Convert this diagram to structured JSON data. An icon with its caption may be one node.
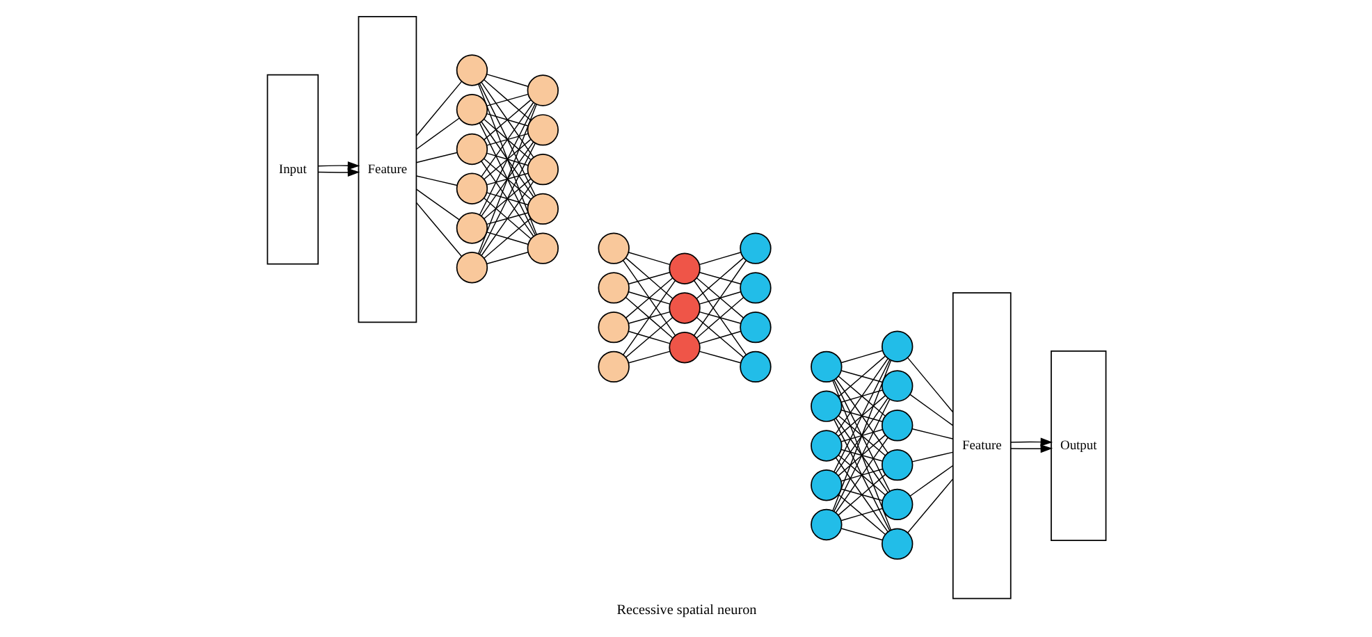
{
  "diagram": {
    "caption": "Recessive spatial neuron",
    "nodes": [
      {
        "text": [
          "Input"
        ]
      },
      {
        "text": [
          "Feature"
        ]
      },
      {
        "text": [],
        "shape": "circle"
      },
      {
        "text": [],
        "shape": "circle"
      },
      {
        "text": [],
        "shape": "circle"
      },
      {
        "text": [],
        "shape": "circle"
      },
      {
        "text": [],
        "shape": "circle"
      },
      {
        "text": [],
        "shape": "circle"
      },
      {
        "text": [],
        "shape": "circle"
      },
      {
        "text": [],
        "shape": "circle"
      },
      {
        "text": [],
        "shape": "circle"
      },
      {
        "text": [],
        "shape": "circle"
      },
      {
        "text": [],
        "shape": "circle"
      },
      {
        "text": [],
        "shape": "circle"
      },
      {
        "text": [],
        "shape": "circle"
      },
      {
        "text": [],
        "shape": "circle"
      },
      {
        "text": [],
        "shape": "circle"
      },
      {
        "text": [],
        "shape": "circle"
      },
      {
        "text": [],
        "shape": "circle"
      },
      {
        "text": [],
        "shape": "circle"
      },
      {
        "text": [],
        "shape": "circle"
      },
      {
        "text": [],
        "shape": "circle"
      },
      {
        "text": [],
        "shape": "circle"
      },
      {
        "text": [],
        "shape": "circle"
      },
      {
        "text": [],
        "shape": "circle"
      },
      {
        "text": [],
        "shape": "circle"
      },
      {
        "text": [],
        "shape": "circle"
      },
      {
        "text": [],
        "shape": "circle"
      },
      {
        "text": [],
        "shape": "circle"
      },
      {
        "text": [],
        "shape": "circle"
      },
      {
        "text": [],
        "shape": "circle"
      },
      {
        "text": [],
        "shape": "circle"
      },
      {
        "text": [],
        "shape": "circle"
      },
      {
        "text": [],
        "shape": "circle"
      },
      {
        "text": [],
        "shape": "circle"
      },
      {
        "text": [
          "Feature"
        ]
      },
      {
        "text": [
          "Output"
        ]
      }
    ],
    "edges": [
      {
        "from": 0,
        "to": 1,
        "arrow": "to"
      },
      {
        "from": 0,
        "to": 1,
        "arrow": "to"
      },
      {
        "from": 1,
        "to": 2,
        "arrow": "none"
      },
      {
        "from": 1,
        "to": 3,
        "arrow": "none"
      },
      {
        "from": 1,
        "to": 4,
        "arrow": "none"
      },
      {
        "from": 1,
        "to": 5,
        "arrow": "none"
      },
      {
        "from": 1,
        "to": 6,
        "arrow": "none"
      },
      {
        "from": 1,
        "to": 7,
        "arrow": "none"
      },
      {
        "from": 2,
        "to": 8,
        "arrow": "none"
      },
      {
        "from": 2,
        "to": 9,
        "arrow": "none"
      },
      {
        "from": 2,
        "to": 10,
        "arrow": "none"
      },
      {
        "from": 2,
        "to": 11,
        "arrow": "none"
      },
      {
        "from": 2,
        "to": 12,
        "arrow": "none"
      },
      {
        "from": 3,
        "to": 8,
        "arrow": "none"
      },
      {
        "from": 3,
        "to": 9,
        "arrow": "none"
      },
      {
        "from": 3,
        "to": 10,
        "arrow": "none"
      },
      {
        "from": 3,
        "to": 11,
        "arrow": "none"
      },
      {
        "from": 3,
        "to": 12,
        "arrow": "none"
      },
      {
        "from": 4,
        "to": 8,
        "arrow": "none"
      },
      {
        "from": 4,
        "to": 9,
        "arrow": "none"
      },
      {
        "from": 4,
        "to": 10,
        "arrow": "none"
      },
      {
        "from": 4,
        "to": 11,
        "arrow": "none"
      },
      {
        "from": 4,
        "to": 12,
        "arrow": "none"
      },
      {
        "from": 5,
        "to": 8,
        "arrow": "none"
      },
      {
        "from": 5,
        "to": 9,
        "arrow": "none"
      },
      {
        "from": 5,
        "to": 10,
        "arrow": "none"
      },
      {
        "from": 5,
        "to": 11,
        "arrow": "none"
      },
      {
        "from": 5,
        "to": 12,
        "arrow": "none"
      },
      {
        "from": 6,
        "to": 8,
        "arrow": "none"
      },
      {
        "from": 6,
        "to": 9,
        "arrow": "none"
      },
      {
        "from": 6,
        "to": 10,
        "arrow": "none"
      },
      {
        "from": 6,
        "to": 11,
        "arrow": "none"
      },
      {
        "from": 6,
        "to": 12,
        "arrow": "none"
      },
      {
        "from": 7,
        "to": 8,
        "arrow": "none"
      },
      {
        "from": 7,
        "to": 9,
        "arrow": "none"
      },
      {
        "from": 7,
        "to": 10,
        "arrow": "none"
      },
      {
        "from": 7,
        "to": 11,
        "arrow": "none"
      },
      {
        "from": 7,
        "to": 12,
        "arrow": "none"
      },
      {
        "from": 13,
        "to": 17,
        "arrow": "none"
      },
      {
        "from": 13,
        "to": 18,
        "arrow": "none"
      },
      {
        "from": 13,
        "to": 19,
        "arrow": "none"
      },
      {
        "from": 14,
        "to": 17,
        "arrow": "none"
      },
      {
        "from": 14,
        "to": 18,
        "arrow": "none"
      },
      {
        "from": 14,
        "to": 19,
        "arrow": "none"
      },
      {
        "from": 15,
        "to": 17,
        "arrow": "none"
      },
      {
        "from": 15,
        "to": 18,
        "arrow": "none"
      },
      {
        "from": 15,
        "to": 19,
        "arrow": "none"
      },
      {
        "from": 16,
        "to": 17,
        "arrow": "none"
      },
      {
        "from": 16,
        "to": 18,
        "arrow": "none"
      },
      {
        "from": 16,
        "to": 19,
        "arrow": "none"
      },
      {
        "from": 17,
        "to": 20,
        "arrow": "none"
      },
      {
        "from": 17,
        "to": 21,
        "arrow": "none"
      },
      {
        "from": 17,
        "to": 22,
        "arrow": "none"
      },
      {
        "from": 17,
        "to": 23,
        "arrow": "none"
      },
      {
        "from": 18,
        "to": 20,
        "arrow": "none"
      },
      {
        "from": 18,
        "to": 21,
        "arrow": "none"
      },
      {
        "from": 18,
        "to": 22,
        "arrow": "none"
      },
      {
        "from": 18,
        "to": 23,
        "arrow": "none"
      },
      {
        "from": 19,
        "to": 20,
        "arrow": "none"
      },
      {
        "from": 19,
        "to": 21,
        "arrow": "none"
      },
      {
        "from": 19,
        "to": 22,
        "arrow": "none"
      },
      {
        "from": 19,
        "to": 23,
        "arrow": "none"
      },
      {
        "from": 24,
        "to": 29,
        "arrow": "none"
      },
      {
        "from": 24,
        "to": 30,
        "arrow": "none"
      },
      {
        "from": 24,
        "to": 31,
        "arrow": "none"
      },
      {
        "from": 24,
        "to": 32,
        "arrow": "none"
      },
      {
        "from": 24,
        "to": 33,
        "arrow": "none"
      },
      {
        "from": 24,
        "to": 34,
        "arrow": "none"
      },
      {
        "from": 25,
        "to": 29,
        "arrow": "none"
      },
      {
        "from": 25,
        "to": 30,
        "arrow": "none"
      },
      {
        "from": 25,
        "to": 31,
        "arrow": "none"
      },
      {
        "from": 25,
        "to": 32,
        "arrow": "none"
      },
      {
        "from": 25,
        "to": 33,
        "arrow": "none"
      },
      {
        "from": 25,
        "to": 34,
        "arrow": "none"
      },
      {
        "from": 26,
        "to": 29,
        "arrow": "none"
      },
      {
        "from": 26,
        "to": 30,
        "arrow": "none"
      },
      {
        "from": 26,
        "to": 31,
        "arrow": "none"
      },
      {
        "from": 26,
        "to": 32,
        "arrow": "none"
      },
      {
        "from": 26,
        "to": 33,
        "arrow": "none"
      },
      {
        "from": 26,
        "to": 34,
        "arrow": "none"
      },
      {
        "from": 27,
        "to": 29,
        "arrow": "none"
      },
      {
        "from": 27,
        "to": 30,
        "arrow": "none"
      },
      {
        "from": 27,
        "to": 31,
        "arrow": "none"
      },
      {
        "from": 27,
        "to": 32,
        "arrow": "none"
      },
      {
        "from": 27,
        "to": 33,
        "arrow": "none"
      },
      {
        "from": 27,
        "to": 34,
        "arrow": "none"
      },
      {
        "from": 28,
        "to": 29,
        "arrow": "none"
      },
      {
        "from": 28,
        "to": 30,
        "arrow": "none"
      },
      {
        "from": 28,
        "to": 31,
        "arrow": "none"
      },
      {
        "from": 28,
        "to": 32,
        "arrow": "none"
      },
      {
        "from": 28,
        "to": 33,
        "arrow": "none"
      },
      {
        "from": 28,
        "to": 34,
        "arrow": "none"
      },
      {
        "from": 29,
        "to": 35,
        "arrow": "none"
      },
      {
        "from": 30,
        "to": 35,
        "arrow": "none"
      },
      {
        "from": 31,
        "to": 35,
        "arrow": "none"
      },
      {
        "from": 32,
        "to": 35,
        "arrow": "none"
      },
      {
        "from": 33,
        "to": 35,
        "arrow": "none"
      },
      {
        "from": 34,
        "to": 35,
        "arrow": "none"
      },
      {
        "from": 35,
        "to": 36,
        "arrow": "to"
      },
      {
        "from": 35,
        "to": 36,
        "arrow": "to"
      }
    ]
  }
}
